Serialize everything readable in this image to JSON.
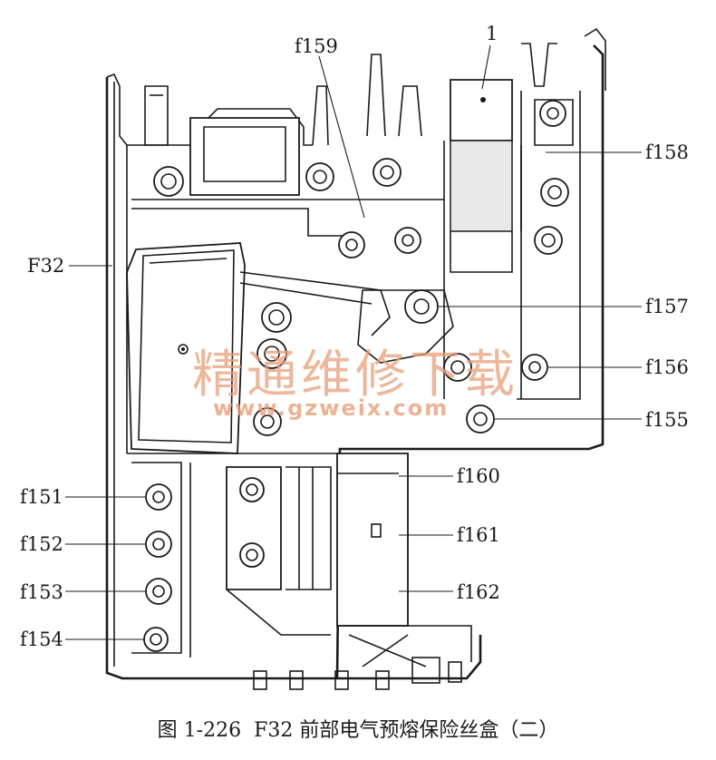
{
  "labels": {
    "item_1": "1",
    "f159": "f159",
    "f158": "f158",
    "f32": "F32",
    "f157": "f157",
    "f156": "f156",
    "f155": "f155",
    "f160": "f160",
    "f161": "f161",
    "f162": "f162",
    "f151": "f151",
    "f152": "f152",
    "f153": "f153",
    "f154": "f154"
  },
  "watermark": {
    "cn": "精通维修下载",
    "url": "www.gzweix.com"
  },
  "caption": "图 1-226  F32 前部电气预熔保险丝盒（二）",
  "colors": {
    "line": "#1a1a1a",
    "watermark": "#e8a07a"
  }
}
